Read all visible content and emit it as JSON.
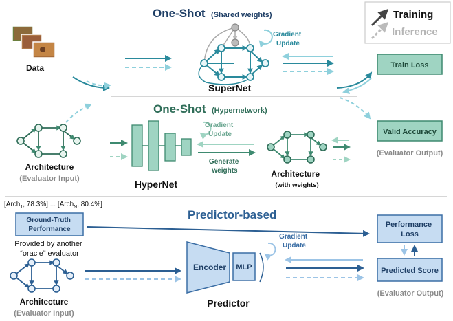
{
  "legend": {
    "training": "Training",
    "inference": "Inference"
  },
  "oneshot_shared": {
    "title": "One-Shot",
    "subtitle": "(Shared weights)",
    "data_label": "Data",
    "gradient_update": [
      "Gradient",
      "Update"
    ],
    "supernet_label": "SuperNet",
    "train_loss": "Train Loss"
  },
  "oneshot_hyper": {
    "title": "One-Shot",
    "subtitle": "(Hypernetwork)",
    "gradient_update": [
      "Gradient",
      "Update"
    ],
    "generate_weights": [
      "Generate",
      "weights"
    ],
    "hypernet_label": "HyperNet",
    "architecture_label": "Architecture",
    "evaluator_input": "(Evaluator Input)",
    "arch_with_weights": [
      "Architecture",
      "(with weights)"
    ],
    "valid_accuracy": "Valid Accuracy",
    "evaluator_output": "(Evaluator Output)"
  },
  "predictor": {
    "dataset_prefix": "[Arch",
    "dataset_item1_sub": "1",
    "dataset_item1_val": ", 78.3%] ... [Arch",
    "dataset_itemN_sub": "N",
    "dataset_itemN_val": ", 80.4%]",
    "title": "Predictor-based",
    "gt_box": [
      "Ground-Truth",
      "Performance"
    ],
    "oracle_text": [
      "Provided by another",
      "“oracle” evaluator"
    ],
    "encoder_label": "Encoder",
    "mlp_label": "MLP",
    "predictor_label": "Predictor",
    "gradient_update": [
      "Gradient",
      "Update"
    ],
    "performance_loss": [
      "Performance",
      "Loss"
    ],
    "predicted_score": "Predicted Score",
    "architecture_label": "Architecture",
    "evaluator_input": "(Evaluator Input)",
    "evaluator_output": "(Evaluator Output)"
  },
  "colors": {
    "title_dark": "#1f3f66",
    "teal": "#2a8a9c",
    "teal_light": "#8ed0dc",
    "green_box": "#9fd4c2",
    "green_stroke": "#3e8a70",
    "green_dark": "#2f6d58",
    "blue_box": "#c6dcf2",
    "blue_stroke": "#3b6ea5",
    "blue_arrow": "#2c5f93",
    "blue_light": "#9cc4e6",
    "grey_text": "#8a8a8a"
  }
}
